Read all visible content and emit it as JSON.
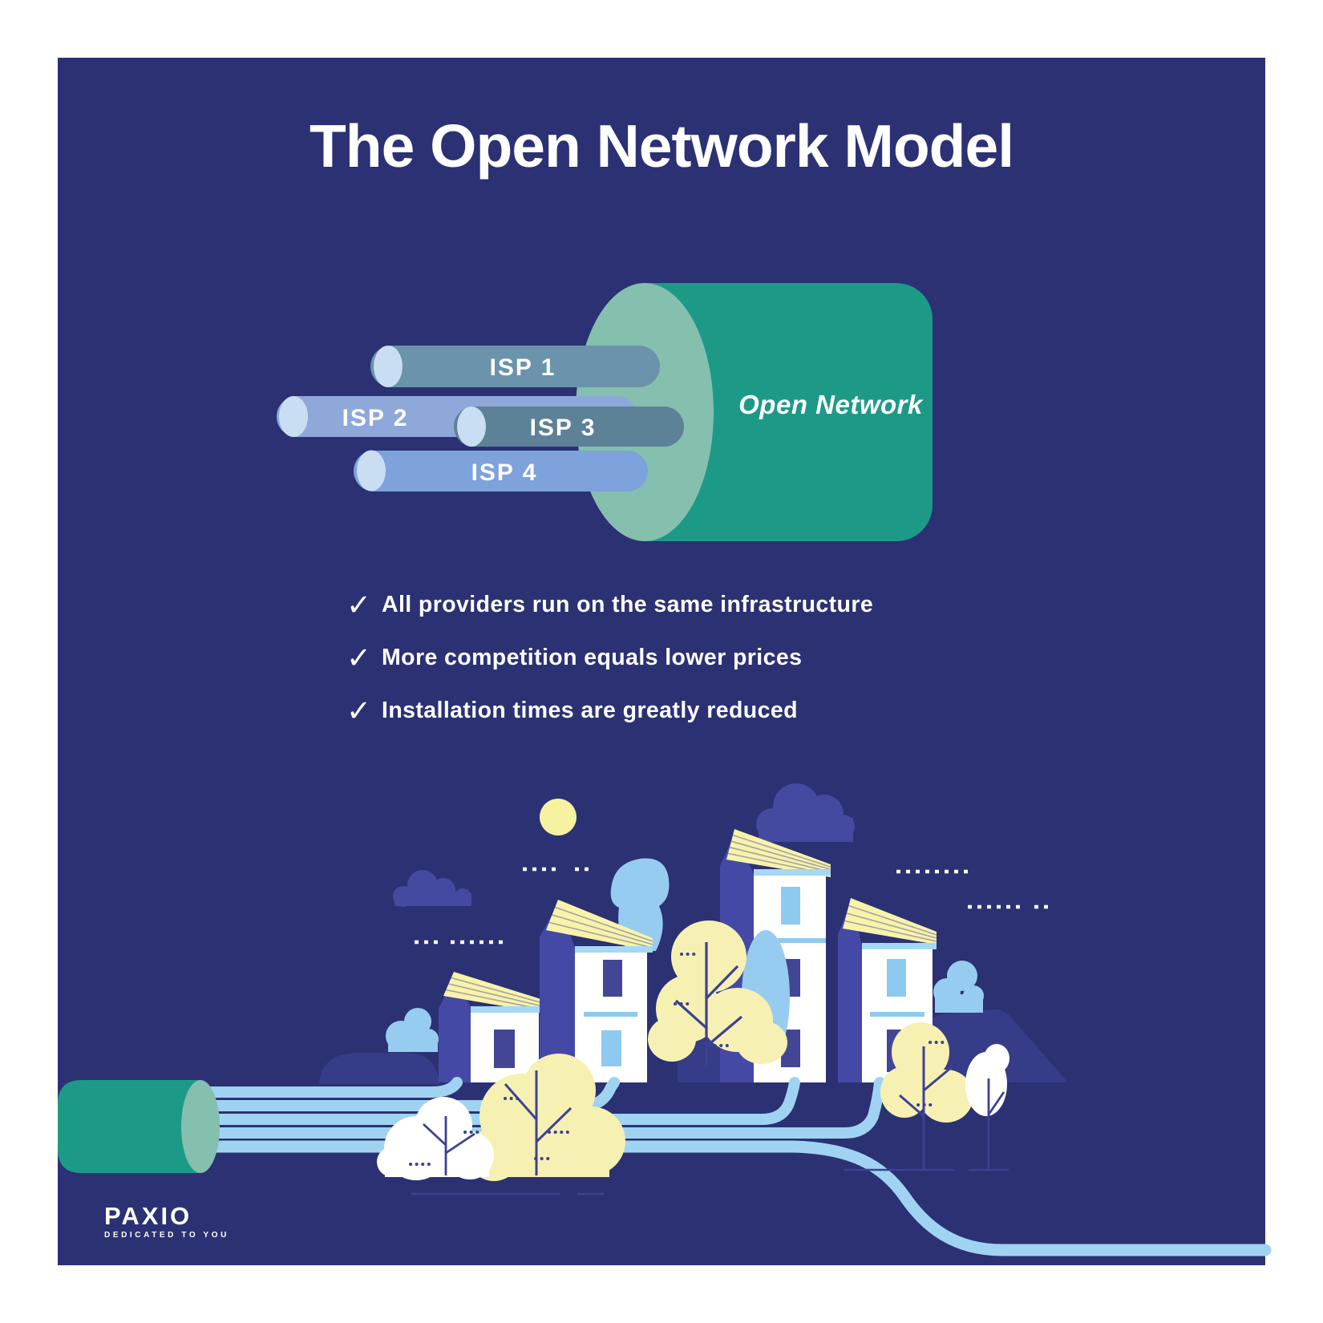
{
  "title": "The Open Network Model",
  "diagram": {
    "label": "Open Network",
    "isps": [
      {
        "label": "ISP 1",
        "color": "#6b93ac"
      },
      {
        "label": "ISP 2",
        "color": "#8ea8da"
      },
      {
        "label": "ISP 3",
        "color": "#5d8197"
      },
      {
        "label": "ISP 4",
        "color": "#7ea2dc"
      }
    ]
  },
  "checklist": {
    "check_glyph": "✓",
    "items": [
      "All providers run on the same infrastructure",
      "More competition equals lower prices",
      "Installation times are greatly reduced"
    ]
  },
  "footer": {
    "brand": "PAXIO",
    "tagline": "DEDICATED TO YOU"
  },
  "colors": {
    "background": "#2b3173",
    "teal": "#1d9a87",
    "sage": "#85bfae",
    "light_blue": "#a0d3f2",
    "window_blue": "#8ec9f0",
    "cap_blue": "#c9def2",
    "pale_yellow": "#f7f2a8",
    "indigo_side": "#4549a6",
    "indigo_dark": "#434695",
    "cloud": "#4549a0",
    "hill": "#363c88",
    "white": "#ffffff"
  }
}
